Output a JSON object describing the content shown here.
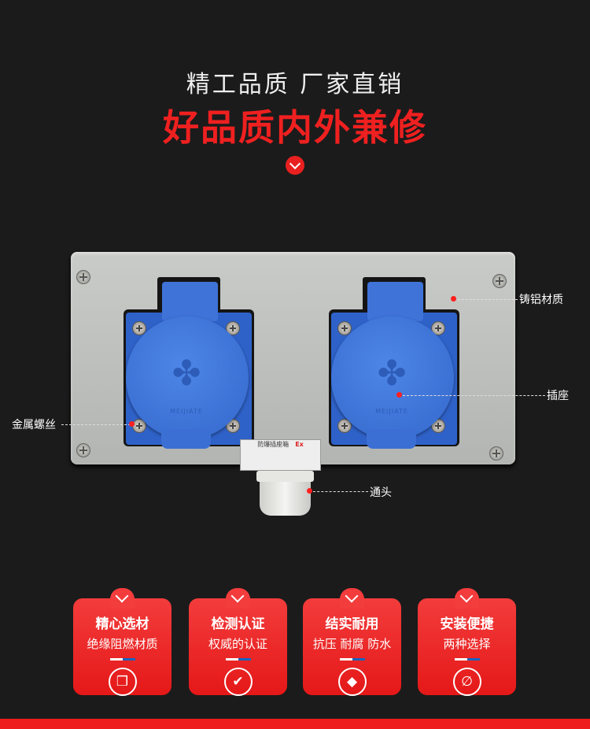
{
  "header": {
    "title": "精工品质 厂家直销",
    "headline": "好品质内外兼修"
  },
  "product": {
    "socket_brand": "MEIJIATE",
    "nameplate": {
      "title": "防爆插座箱",
      "mark": "Ex"
    },
    "callouts": {
      "material": "铸铝材质",
      "socket": "插座",
      "screws": "金属螺丝",
      "connector": "通头"
    }
  },
  "features": [
    {
      "title": "精心选材",
      "subtitle": "绝缘阻燃材质",
      "icon": "cubes-icon",
      "glyph": "❒"
    },
    {
      "title": "检测认证",
      "subtitle": "权威的认证",
      "icon": "checkmark-icon",
      "glyph": "✔"
    },
    {
      "title": "结实耐用",
      "subtitle": "抗压 耐腐 防水",
      "icon": "diamond-icon",
      "glyph": "◆"
    },
    {
      "title": "安装便捷",
      "subtitle": "两种选择",
      "icon": "link-icon",
      "glyph": "∅"
    }
  ],
  "colors": {
    "accent": "#e8201f",
    "background": "#1b1b1b",
    "socket": "#2f62c9"
  }
}
